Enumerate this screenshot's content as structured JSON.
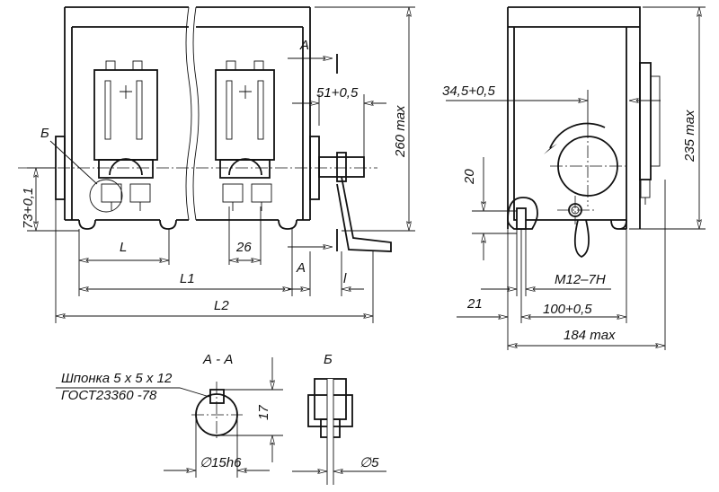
{
  "front_view": {
    "dimensions": {
      "height_max": "260 max",
      "shaft_offset": "51+0,5",
      "flange_height": "73+0,1",
      "unit_spacing": "L",
      "pitch": "26",
      "length_l1": "L1",
      "length_l2": "L2",
      "handle_l": "l"
    },
    "section_mark_top": "А",
    "section_mark_bottom": "А",
    "detail_mark": "Б"
  },
  "side_view": {
    "dimensions": {
      "shaft_offset": "34,5+0,5",
      "height_max": "235 max",
      "foot_height": "20",
      "thread": "M12–7H",
      "edge": "21",
      "hole_spacing": "100+0,5",
      "width_max": "184 max"
    }
  },
  "section_aa": {
    "title": "А - А",
    "key_line1": "Шпонка 5 х 5 х 12",
    "key_line2": "ГОСТ23360 -78",
    "height": "17",
    "diameter": "∅15h6"
  },
  "detail_b": {
    "title": "Б",
    "diameter": "∅5"
  }
}
